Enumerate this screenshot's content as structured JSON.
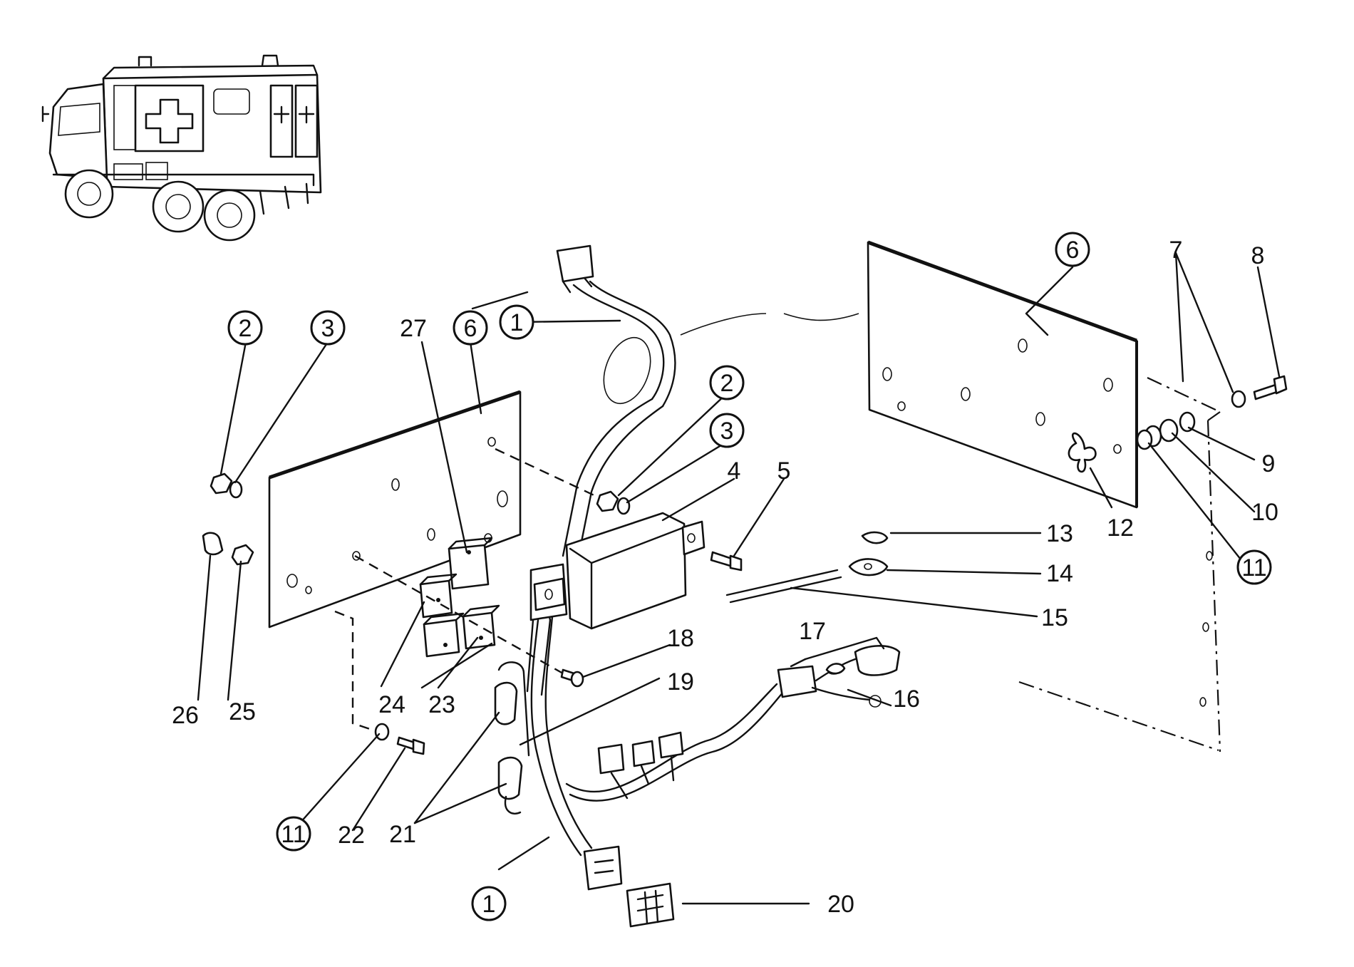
{
  "callouts": {
    "c1_top": "1",
    "c1_bottom": "1",
    "c2_left": "2",
    "c2_mid": "2",
    "c3_left": "3",
    "c3_mid": "3",
    "c4": "4",
    "c5": "5",
    "c6_left": "6",
    "c6_right": "6",
    "c7": "7",
    "c8": "8",
    "c9": "9",
    "c10": "10",
    "c11_right": "11",
    "c11_left": "11",
    "c12": "12",
    "c13": "13",
    "c14": "14",
    "c15": "15",
    "c16": "16",
    "c17": "17",
    "c18": "18",
    "c19": "19",
    "c20": "20",
    "c21": "21",
    "c22": "22",
    "c23": "23",
    "c24": "24",
    "c25": "25",
    "c26": "26",
    "c27": "27"
  }
}
